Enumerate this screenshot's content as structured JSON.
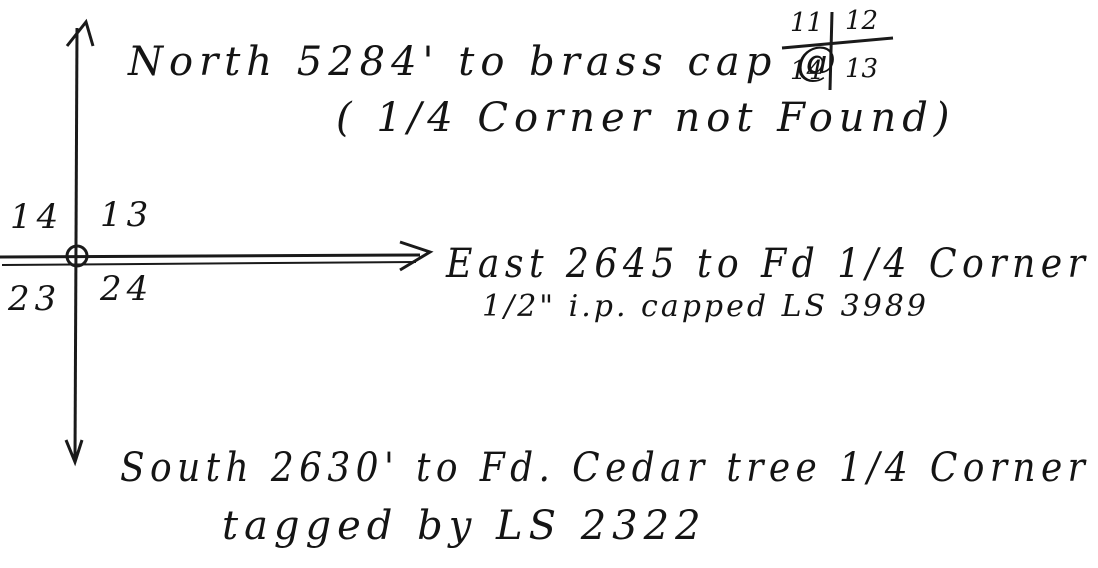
{
  "north": {
    "line1": "North 5284' to brass cap @",
    "line2": "( 1/4 Corner not Found)"
  },
  "corner_grid": {
    "tl": "11",
    "tr": "12",
    "bl": "14",
    "br": "13"
  },
  "quadrants": {
    "nw": "14",
    "ne": "13",
    "sw": "23",
    "se": "24"
  },
  "east": {
    "line1": "East 2645 to Fd 1/4 Corner",
    "line2": "1/2\" i.p. capped LS 3989"
  },
  "south": {
    "line1": "South 2630' to Fd. Cedar tree 1/4 Corner",
    "line2": "tagged by LS 2322"
  }
}
